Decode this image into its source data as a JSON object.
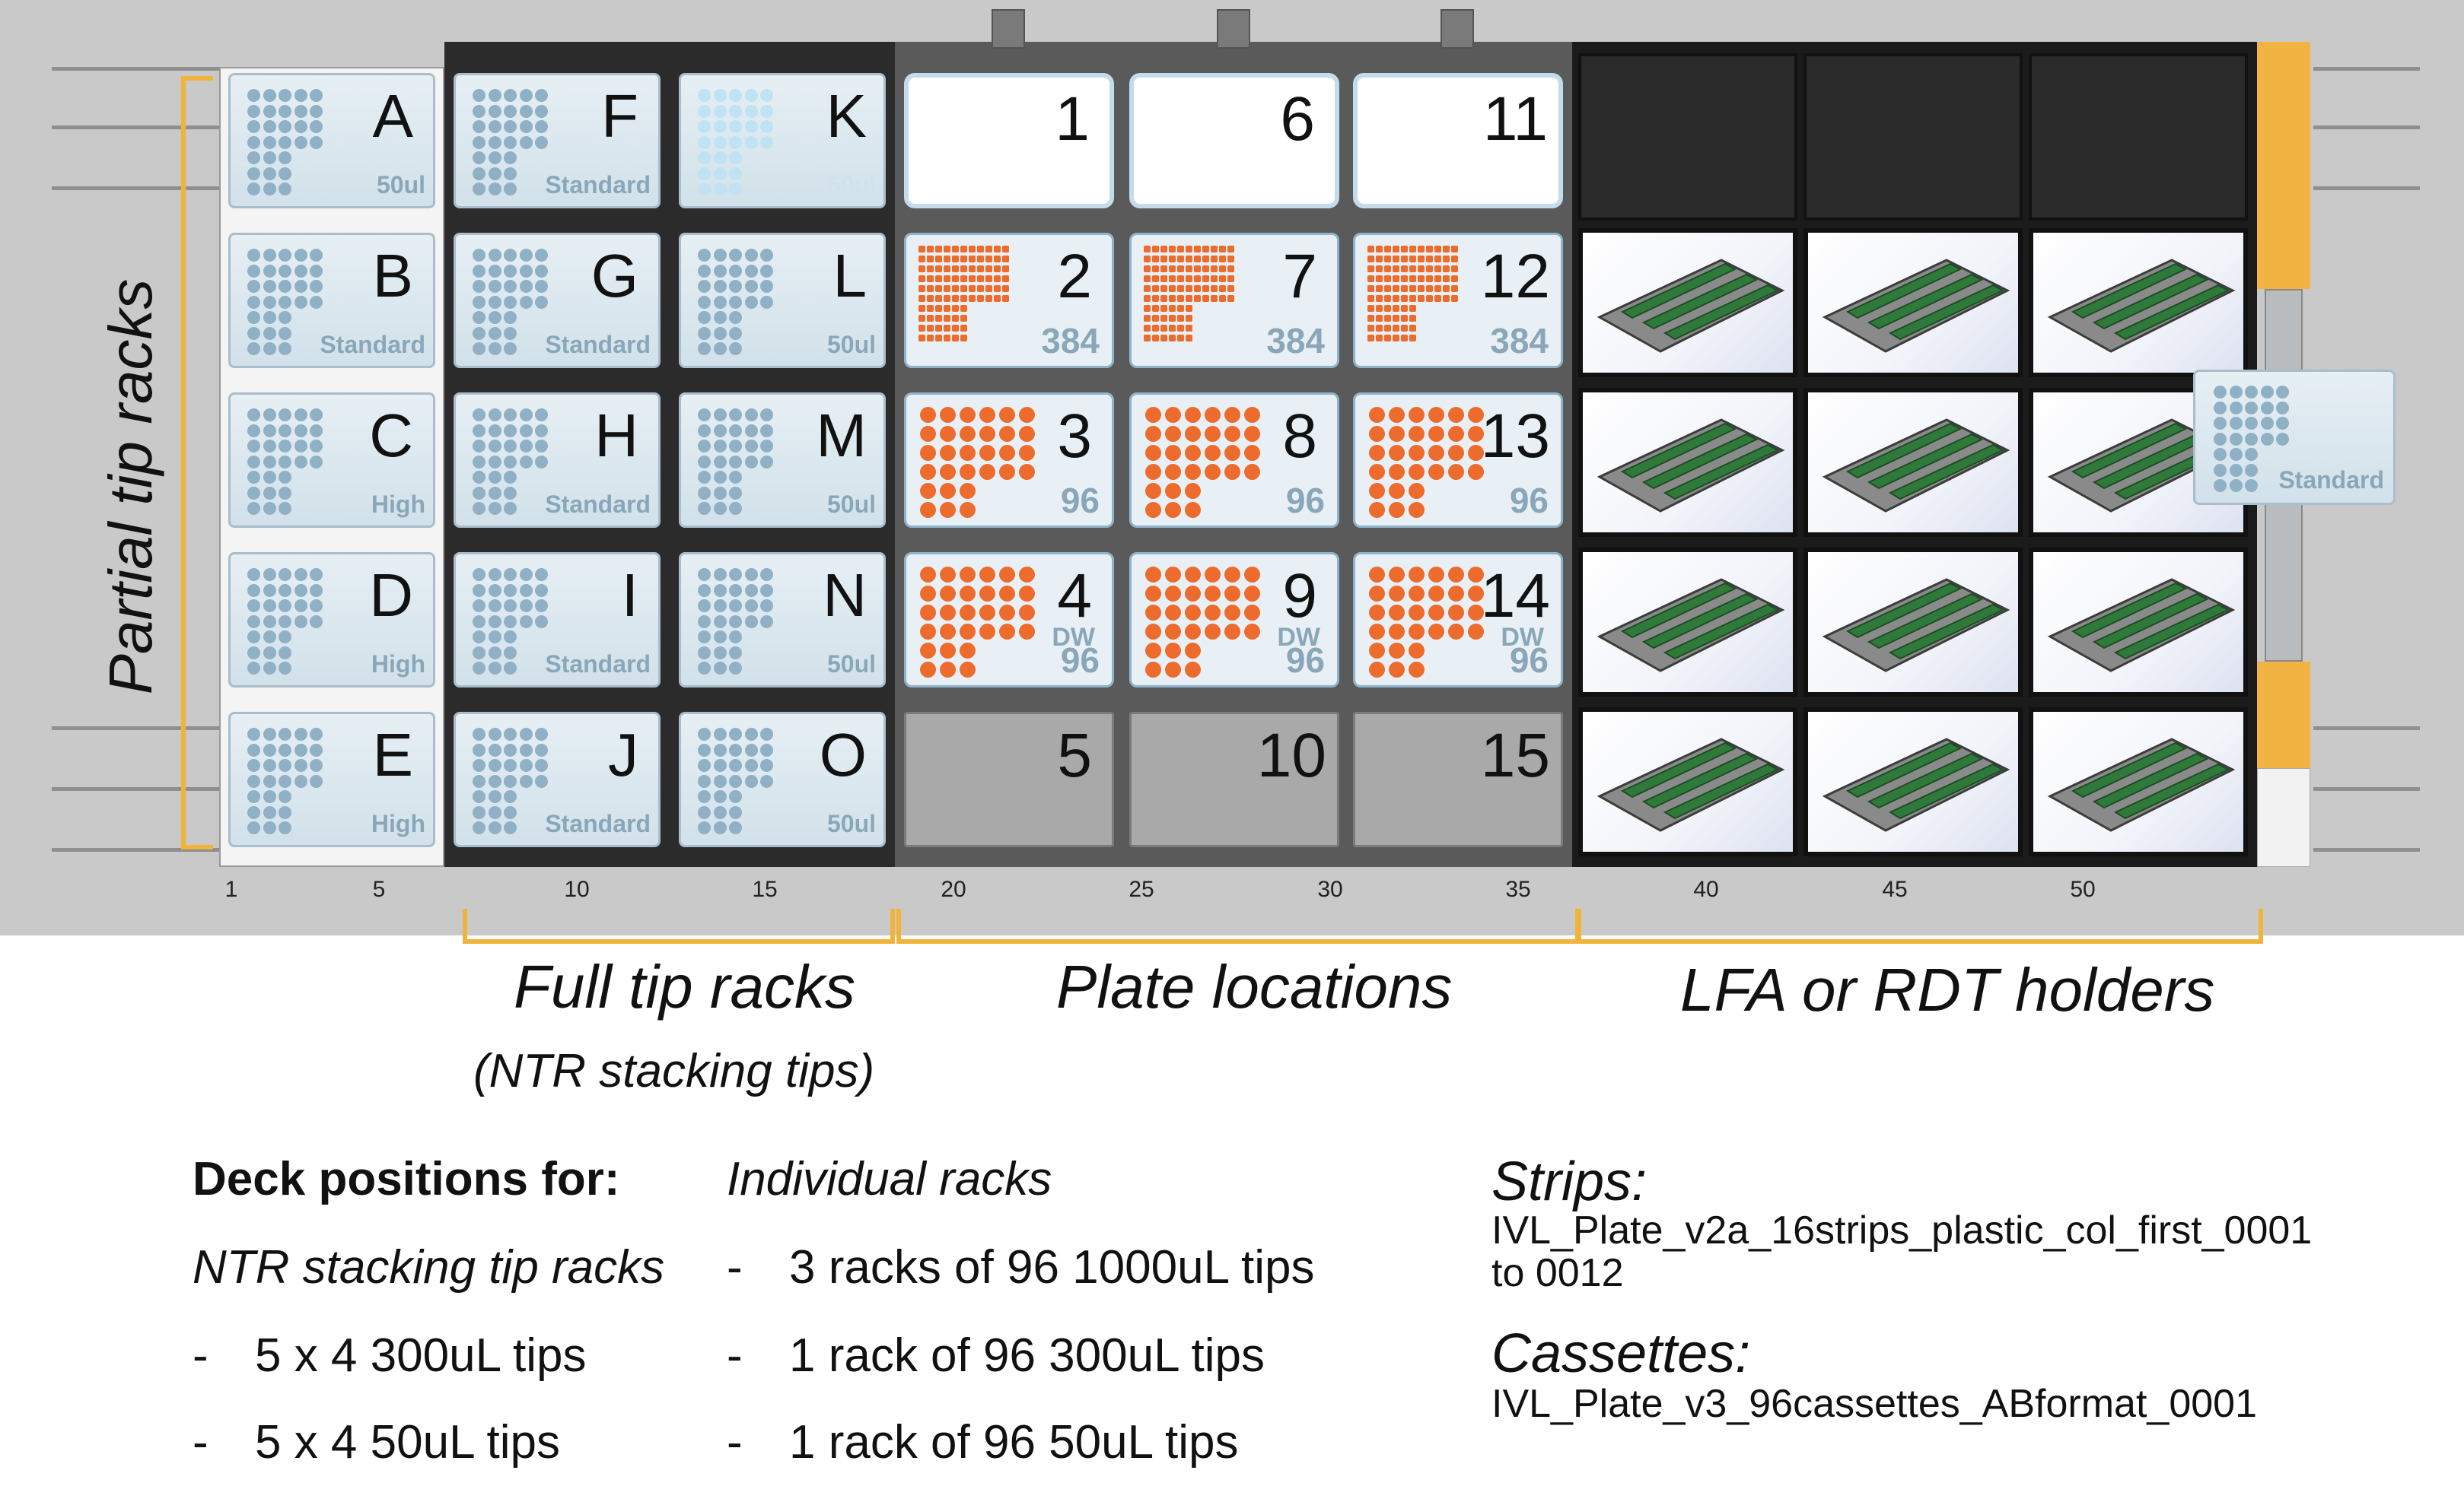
{
  "deck": {
    "partial_racks": [
      {
        "letter": "A",
        "sub": "50ul"
      },
      {
        "letter": "B",
        "sub": "Standard"
      },
      {
        "letter": "C",
        "sub": "High"
      },
      {
        "letter": "D",
        "sub": "High"
      },
      {
        "letter": "E",
        "sub": "High"
      }
    ],
    "full_racks_col1": [
      {
        "letter": "F",
        "sub": "Standard"
      },
      {
        "letter": "G",
        "sub": "Standard"
      },
      {
        "letter": "H",
        "sub": "Standard"
      },
      {
        "letter": "I",
        "sub": "Standard"
      },
      {
        "letter": "J",
        "sub": "Standard"
      }
    ],
    "full_racks_col2": [
      {
        "letter": "K",
        "sub": "50ul"
      },
      {
        "letter": "L",
        "sub": "50ul"
      },
      {
        "letter": "M",
        "sub": "50ul"
      },
      {
        "letter": "N",
        "sub": "50ul"
      },
      {
        "letter": "O",
        "sub": "50ul"
      }
    ],
    "plates": [
      [
        {
          "num": "1",
          "type": "reservoir"
        },
        {
          "num": "2",
          "type": "384",
          "label": "384"
        },
        {
          "num": "3",
          "type": "96",
          "label": "96"
        },
        {
          "num": "4",
          "type": "dw",
          "dw": "DW",
          "label": "96"
        },
        {
          "num": "5",
          "type": "empty"
        }
      ],
      [
        {
          "num": "6",
          "type": "reservoir"
        },
        {
          "num": "7",
          "type": "384",
          "label": "384"
        },
        {
          "num": "8",
          "type": "96",
          "label": "96"
        },
        {
          "num": "9",
          "type": "dw",
          "dw": "DW",
          "label": "96"
        },
        {
          "num": "10",
          "type": "empty"
        }
      ],
      [
        {
          "num": "11",
          "type": "reservoir"
        },
        {
          "num": "12",
          "type": "384",
          "label": "384"
        },
        {
          "num": "13",
          "type": "96",
          "label": "96"
        },
        {
          "num": "14",
          "type": "dw",
          "dw": "DW",
          "label": "96"
        },
        {
          "num": "15",
          "type": "empty"
        }
      ]
    ],
    "side_rack": {
      "sub": "Standard"
    },
    "ticks": [
      "1",
      "5",
      "10",
      "15",
      "20",
      "25",
      "30",
      "35",
      "40",
      "45",
      "50"
    ]
  },
  "labels": {
    "partial": "Partial tip racks",
    "full": "Full tip racks",
    "full_sub": "(NTR stacking tips)",
    "plates": "Plate locations",
    "lfa": "LFA or RDT holders"
  },
  "notes": {
    "heading": "Deck positions for:",
    "ntr_title": "NTR stacking tip racks",
    "ntr_items": [
      "5 x 4 300uL tips",
      "5 x 4 50uL tips"
    ],
    "ind_title": "Individual racks",
    "ind_items": [
      "3 racks of 96 1000uL tips",
      "1 rack of 96 300uL tips",
      "1 rack of 96 50uL tips"
    ],
    "bullet": "-",
    "strips_title": "Strips:",
    "strips_line1": "IVL_Plate_v2a_16strips_plastic_col_first_0001",
    "strips_line2": "to 0012",
    "cassettes_title": "Cassettes:",
    "cassettes_line": "IVL_Plate_v3_96cassettes_ABformat_0001"
  },
  "colors": {
    "tip_blue": "#8fb0c5",
    "tip_light": "#bfe3f2",
    "orange": "#ec6b2d",
    "bracket": "#f0b43b"
  }
}
